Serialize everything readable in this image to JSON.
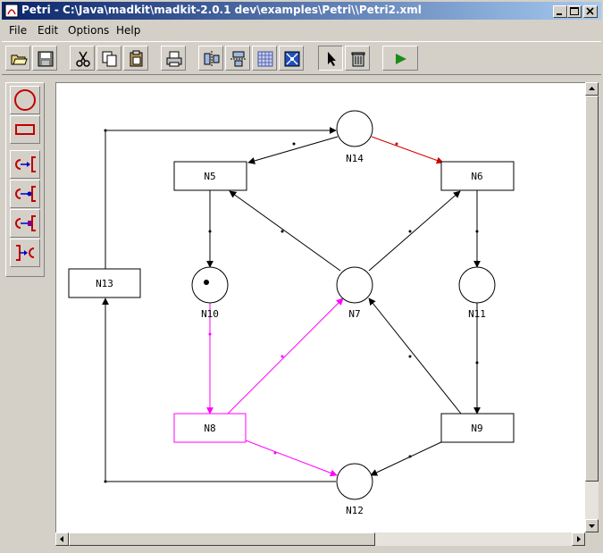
{
  "window": {
    "title": "Petri - C:\\Java\\madkit\\madkit-2.0.1 dev\\examples\\Petri\\\\Petri2.xml",
    "controls": [
      "minimize-icon",
      "maximize-icon",
      "close-icon"
    ]
  },
  "menu": {
    "file": "File",
    "edit": "Edit",
    "options": "Options",
    "help": "Help"
  },
  "toolbar": {
    "icons": [
      "open-icon",
      "save-icon",
      "cut-icon",
      "copy-icon",
      "paste-icon",
      "print-icon",
      "align-horizontal-icon",
      "align-vertical-icon",
      "grid-icon",
      "fit-icon",
      "select-arrow-icon",
      "delete-icon",
      "run-icon"
    ],
    "run_color": "#1a8c1a"
  },
  "palette": {
    "icons": [
      "place-tool-icon",
      "transition-tool-icon",
      "arc-tool-icon",
      "inhibitor-arc-tool-icon",
      "reset-arc-tool-icon",
      "reverse-arc-tool-icon"
    ],
    "accent": "#c00000"
  },
  "graph": {
    "places": [
      {
        "id": "N14",
        "label": "N14",
        "tokens": 0
      },
      {
        "id": "N10",
        "label": "N10",
        "tokens": 1
      },
      {
        "id": "N7",
        "label": "N7",
        "tokens": 0
      },
      {
        "id": "N11",
        "label": "N11",
        "tokens": 0
      },
      {
        "id": "N12",
        "label": "N12",
        "tokens": 0
      }
    ],
    "transitions": [
      {
        "id": "N5",
        "label": "N5",
        "highlight": false
      },
      {
        "id": "N6",
        "label": "N6",
        "highlight": false
      },
      {
        "id": "N13",
        "label": "N13",
        "highlight": false
      },
      {
        "id": "N8",
        "label": "N8",
        "highlight": true
      },
      {
        "id": "N9",
        "label": "N9",
        "highlight": false
      }
    ],
    "colors": {
      "normal": "#000000",
      "fired": "#ff00ff",
      "selected_arc": "#d00000"
    }
  }
}
